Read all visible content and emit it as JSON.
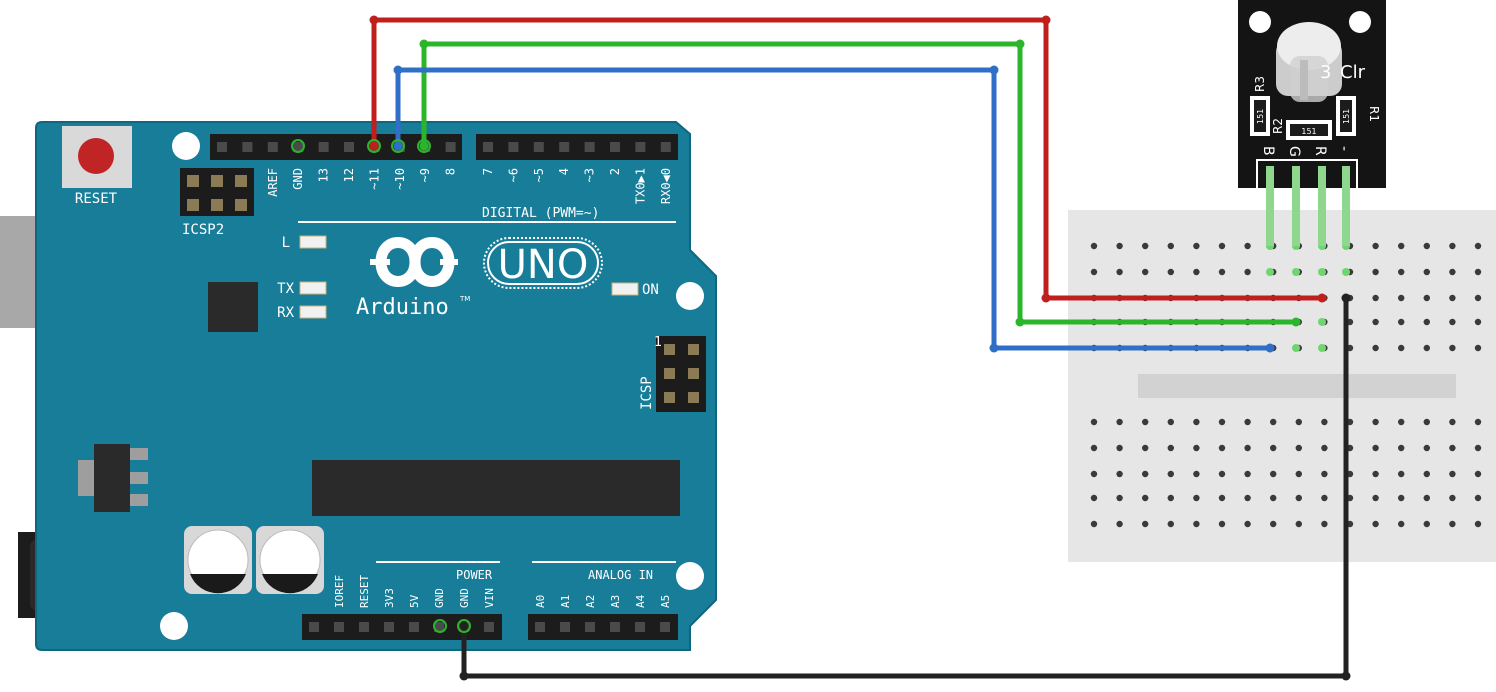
{
  "board": {
    "reset_label": "RESET",
    "icsp2_label": "ICSP2",
    "icsp_label": "ICSP",
    "icsp_pin1": "1",
    "digital_label": "DIGITAL (PWM=~)",
    "power_label": "POWER",
    "analog_label": "ANALOG IN",
    "logo_text": "UNO",
    "brand_text": "Arduino",
    "tm": "TM",
    "led_l": "L",
    "led_tx": "TX",
    "led_rx": "RX",
    "led_on": "ON",
    "digital_pins": [
      "AREF",
      "GND",
      "13",
      "12",
      "~11",
      "~10",
      "~9",
      "8",
      "7",
      "~6",
      "~5",
      "4",
      "~3",
      "2",
      "TX0▶1",
      "RX0◀0"
    ],
    "power_pins": [
      "IOREF",
      "RESET",
      "3V3",
      "5V",
      "GND",
      "GND",
      "VIN"
    ],
    "analog_pins": [
      "A0",
      "A1",
      "A2",
      "A3",
      "A4",
      "A5"
    ]
  },
  "module": {
    "label_clr": "Clr",
    "label_3": "3",
    "pins": [
      "B",
      "G",
      "R",
      "-"
    ],
    "resistors": [
      {
        "ref": "R3",
        "value": "151"
      },
      {
        "ref": "R2",
        "value": "151"
      },
      {
        "ref": "R1",
        "value": "151"
      }
    ]
  },
  "wires": [
    {
      "name": "red-wire",
      "color": "#c0201c",
      "from": "~11",
      "to": "R"
    },
    {
      "name": "green-wire",
      "color": "#2bb52b",
      "from": "~9",
      "to": "G"
    },
    {
      "name": "blue-wire",
      "color": "#2f6fc8",
      "from": "~10",
      "to": "B"
    },
    {
      "name": "black-wire",
      "color": "#222222",
      "from": "GND",
      "to": "-"
    }
  ],
  "colors": {
    "board": "#177d99",
    "board_edge": "#0e6680",
    "breadboard": "#e6e6e6",
    "header": "#222222"
  }
}
